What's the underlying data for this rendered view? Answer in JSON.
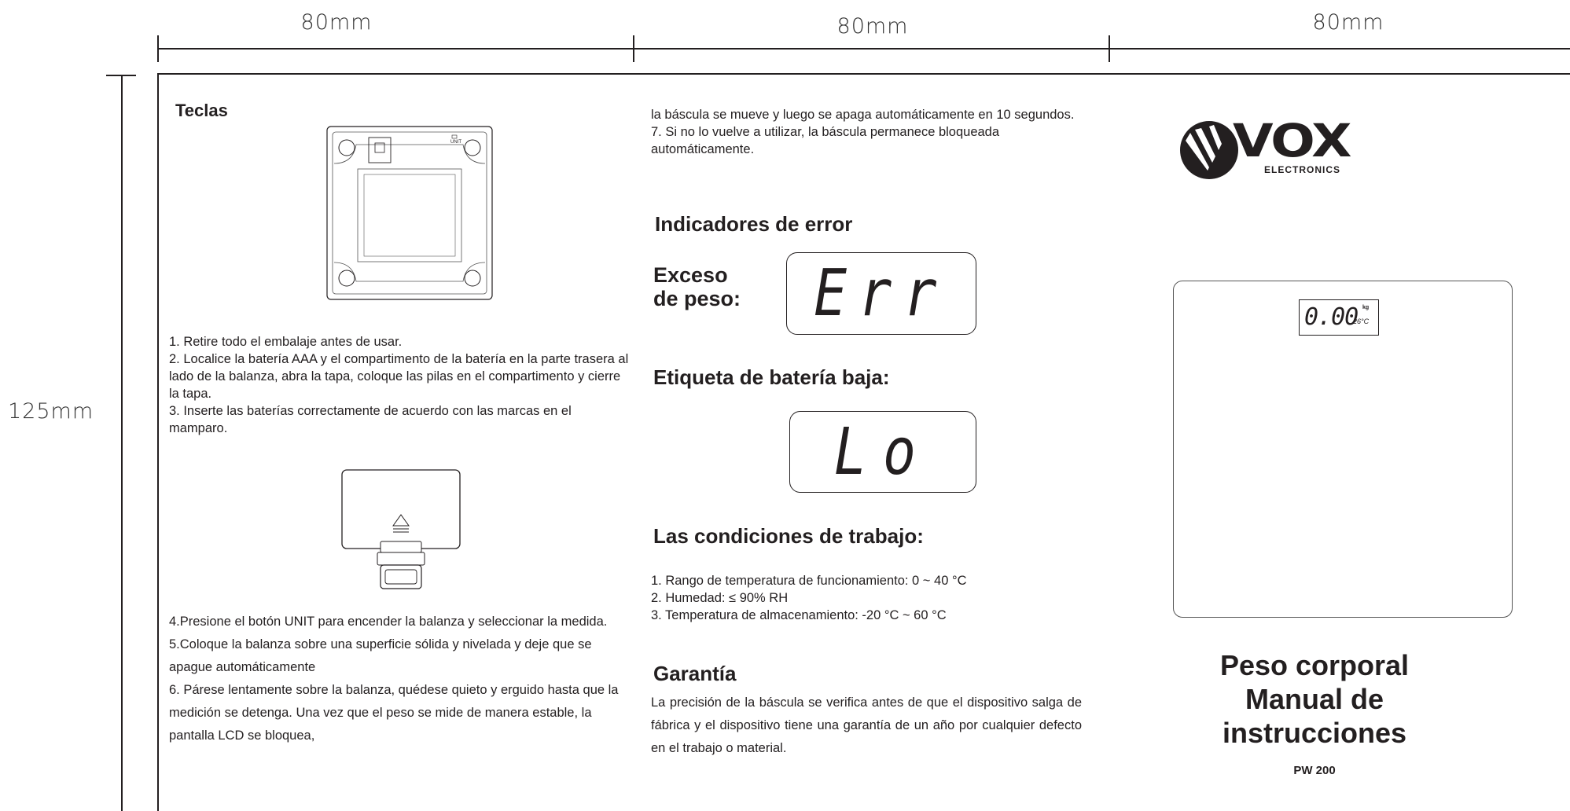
{
  "dimensions": {
    "col1": "80mm",
    "col2": "80mm",
    "col3": "80mm",
    "height": "125mm"
  },
  "panel1": {
    "heading": "Teclas",
    "steps_a": [
      "1. Retire todo el embalaje antes de usar.",
      "2. Localice la batería AAA y el compartimento de la batería en la parte trasera al lado de la balanza, abra la tapa, coloque las pilas en el compartimento y cierre la tapa.",
      "3. Inserte las baterías correctamente de acuerdo con las marcas en el mamparo."
    ],
    "steps_b": [
      "4.Presione el botón UNIT para encender la balanza y seleccionar la medida.",
      "5.Coloque la balanza sobre una superficie sólida y nivelada y deje que se apague automáticamente",
      "6. Párese lentamente sobre la balanza, quédese quieto y erguido hasta que la medición se detenga. Una vez que el peso se mide de manera estable, la pantalla LCD se bloquea,"
    ],
    "unit_label": "UNIT"
  },
  "panel2": {
    "continuation": "la báscula se mueve y luego se apaga automáticamente en 10 segundos.",
    "step7": "7. Si no lo vuelve a utilizar, la báscula permanece bloqueada automáticamente.",
    "errors_heading": "Indicadores de error",
    "overweight_label_1": "Exceso",
    "overweight_label_2": "de peso:",
    "overweight_display": "Err",
    "low_battery_heading": "Etiqueta de batería baja:",
    "low_battery_display": "Lo",
    "conditions_heading": "Las condiciones de trabajo:",
    "conditions": [
      "1. Rango de temperatura de funcionamiento: 0 ~ 40 °C",
      "2. Humedad: ≤ 90% RH",
      "3. Temperatura de almacenamiento: -20 °C ~ 60 °C"
    ],
    "warranty_heading": "Garantía",
    "warranty_text": "La precisión de la báscula se verifica antes de que el dispositivo salga de fábrica y el dispositivo tiene una garantía de un año por cualquier defecto en el trabajo o material."
  },
  "panel3": {
    "brand": "VOX",
    "brand_sub": "ELECTRONICS",
    "scale_display": "0.00",
    "scale_unit": "kg",
    "scale_temp": "26°C",
    "title_1": "Peso corporal",
    "title_2": "Manual de",
    "title_3": "instrucciones",
    "model": "PW 200"
  }
}
